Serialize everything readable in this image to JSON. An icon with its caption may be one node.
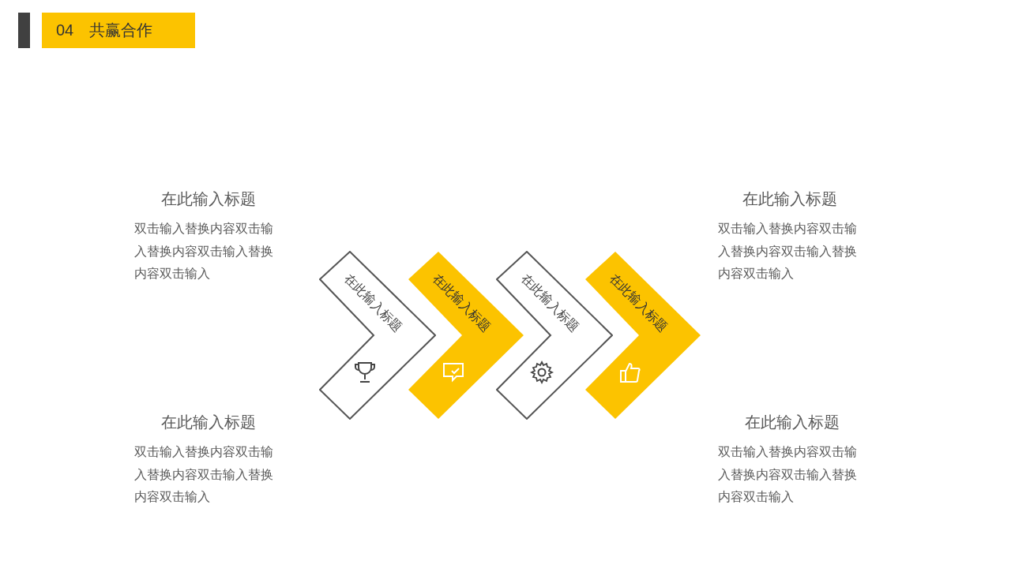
{
  "diagram": {
    "title": "04 共赢合作",
    "nodes": [
      {
        "text": [
          "在此输入标题"
        ]
      },
      {
        "text": [
          "在此输入标题"
        ]
      },
      {
        "text": [
          "在此输入标题"
        ]
      },
      {
        "text": [
          "在此输入标题"
        ]
      }
    ],
    "labels": [
      "在此输入标题",
      "双击输入替换内容双击输入替换内容双击输入替换内容双击输入",
      "在此输入标题",
      "双击输入替换内容双击输入替换内容双击输入替换内容双击输入",
      "在此输入标题",
      "双击输入替换内容双击输入替换内容双击输入替换内容双击输入",
      "在此输入标题",
      "双击输入替换内容双击输入替换内容双击输入替换内容双击输入"
    ]
  }
}
